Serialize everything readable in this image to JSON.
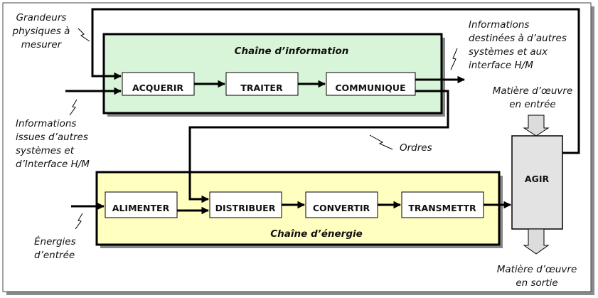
{
  "info_chain": {
    "title": "Chaîne d’information",
    "fill": "#d9f5d9",
    "blocks": [
      "ACQUERIR",
      "TRAITER",
      "COMMUNIQUE"
    ]
  },
  "energy_chain": {
    "title": "Chaîne d’énergie",
    "fill": "#ffffc0",
    "blocks": [
      "ALIMENTER",
      "DISTRIBUER",
      "CONVERTIR",
      "TRANSMETTR"
    ]
  },
  "agir": {
    "label": "AGIR",
    "fill": "#e3e3e3"
  },
  "labels": {
    "grandeurs": [
      "Grandeurs",
      "physiques à",
      "mesurer"
    ],
    "informations_issues": [
      "Informations",
      "issues d’autres",
      "systèmes et",
      "d’Interface H/M"
    ],
    "energies": [
      "Énergies",
      "d’entrée"
    ],
    "informations_destinees": [
      "Informations",
      "destinées à d’autres",
      "systèmes et aux",
      "interface H/M"
    ],
    "matiere_entree": [
      "Matière d’œuvre",
      "en entrée"
    ],
    "ordres": "Ordres",
    "matiere_sortie": [
      "Matière d’œuvre",
      "en sortie"
    ]
  }
}
